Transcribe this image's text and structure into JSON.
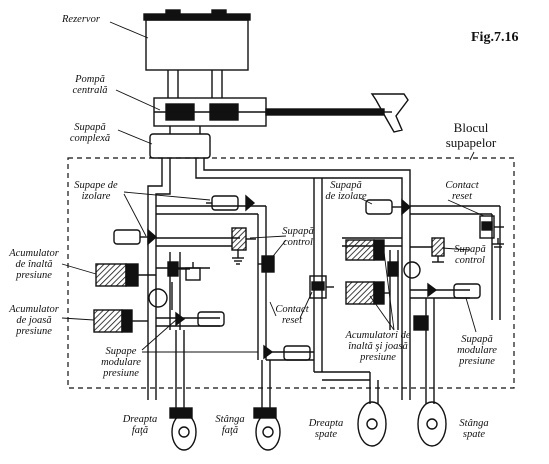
{
  "figure": {
    "number": "Fig.7.16"
  },
  "labels": {
    "reservoir": "Rezervor",
    "pump_line1": "Pompă",
    "pump_line2": "centrală",
    "complex_valve_line1": "Supapă",
    "complex_valve_line2": "complexă",
    "valve_block_line1": "Blocul",
    "valve_block_line2": "supapelor",
    "isolation_valves_line1": "Supape de",
    "isolation_valves_line2": "izolare",
    "isolation_valve_right_line1": "Supapă",
    "isolation_valve_right_line2": "de izolare",
    "control_valve_left_line1": "Supapă",
    "control_valve_left_line2": "control",
    "control_valve_right_line1": "Supapă",
    "control_valve_right_line2": "control",
    "contact_reset_top_line1": "Contact",
    "contact_reset_top_line2": "reset",
    "contact_reset_mid_line1": "Contact",
    "contact_reset_mid_line2": "reset",
    "hp_accumulator_line1": "Acumulator",
    "hp_accumulator_line2": "de înaltă",
    "hp_accumulator_line3": "presiune",
    "lp_accumulator_line1": "Acumulator",
    "lp_accumulator_line2": "de joasă",
    "lp_accumulator_line3": "presiune",
    "modulating_valves_left_line1": "Supape",
    "modulating_valves_left_line2": "modulare",
    "modulating_valves_left_line3": "presiune",
    "accumulators_right_line1": "Acumulatori de",
    "accumulators_right_line2": "înaltă şi joasă",
    "accumulators_right_line3": "presiune",
    "modulating_valve_right_line1": "Supapă",
    "modulating_valve_right_line2": "modulare",
    "modulating_valve_right_line3": "presiune",
    "front_right_line1": "Dreapta",
    "front_right_line2": "faţă",
    "front_left_line1": "Stânga",
    "front_left_line2": "faţă",
    "rear_right_line1": "Dreapta",
    "rear_right_line2": "spate",
    "rear_left_line1": "Stânga",
    "rear_left_line2": "spate"
  }
}
